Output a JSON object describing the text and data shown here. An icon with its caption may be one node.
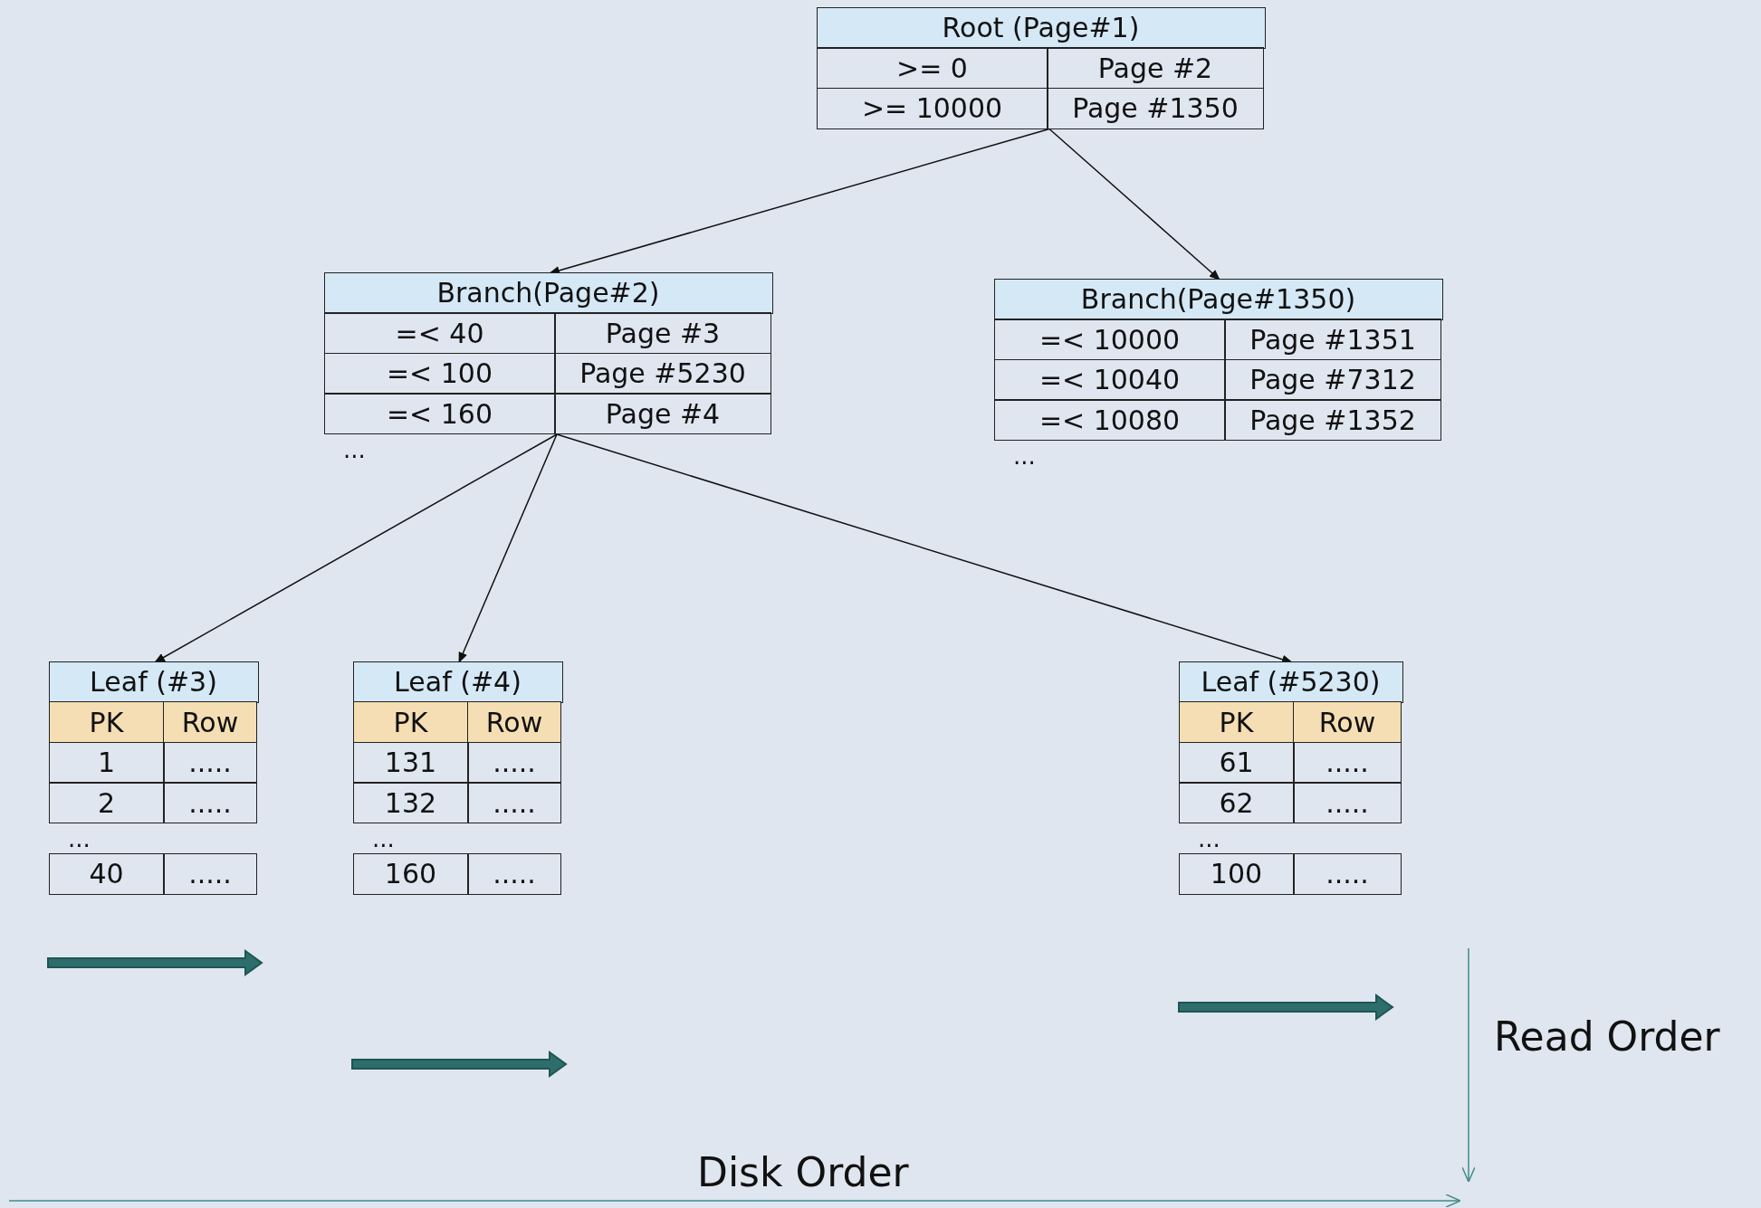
{
  "diagram": {
    "nodes": [
      {
        "text": [
          "Root (Page#1)",
          ">= 0",
          "Page #2",
          ">= 10000",
          "Page #1350"
        ]
      },
      {
        "text": [
          "Branch(Page#2)",
          "=< 40",
          "Page #3",
          "=< 100",
          "Page #5230",
          "=< 160",
          "Page #4",
          "..."
        ]
      },
      {
        "text": [
          "Branch(Page#1350)",
          "=< 10000",
          "Page #1351",
          "=< 10040",
          "Page #7312",
          "=< 10080",
          "Page #1352",
          "..."
        ]
      },
      {
        "text": [
          "Leaf (#3)",
          "PK",
          "Row",
          "1",
          ".....",
          "2",
          ".....",
          "...",
          "40",
          "....."
        ]
      },
      {
        "text": [
          "Leaf (#4)",
          "PK",
          "Row",
          "131",
          ".....",
          "132",
          ".....",
          "...",
          "160",
          "....."
        ]
      },
      {
        "text": [
          "Leaf (#5230)",
          "PK",
          "Row",
          "61",
          ".....",
          "62",
          ".....",
          "...",
          "100",
          "....."
        ]
      }
    ],
    "edges": [
      {
        "from": 0,
        "to": 1,
        "arrow": "to"
      },
      {
        "from": 0,
        "to": 2,
        "arrow": "to"
      },
      {
        "from": 1,
        "to": 3,
        "arrow": "to"
      },
      {
        "from": 1,
        "to": 4,
        "arrow": "to"
      },
      {
        "from": 1,
        "to": 5,
        "arrow": "to"
      }
    ],
    "labels": [
      "Read Order",
      "Disk Order"
    ]
  }
}
